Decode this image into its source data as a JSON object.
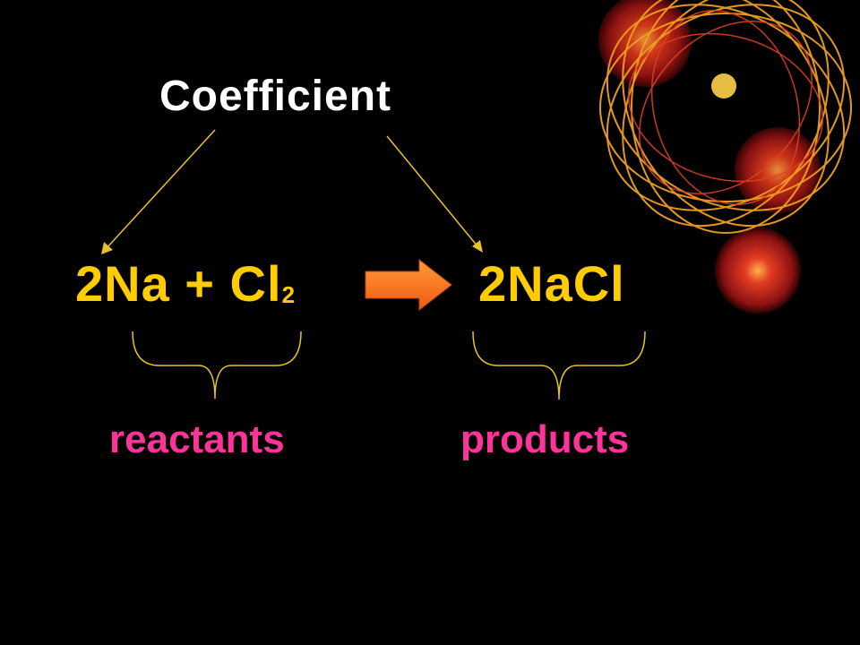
{
  "slide": {
    "coefficient_label": "Coefficient",
    "equation_left": "2Na + Cl",
    "equation_left_subscript": "2",
    "equation_right": "2NaCl",
    "reactants_label": "reactants",
    "products_label": "products",
    "colors": {
      "background": "#000000",
      "equation": "#ffcc00",
      "label_pink": "#ff3399",
      "coefficient": "#ffffff",
      "arrow": "#ff6a1a"
    },
    "icons": [
      "reaction-arrow-icon",
      "decorative-firework-icon"
    ]
  }
}
